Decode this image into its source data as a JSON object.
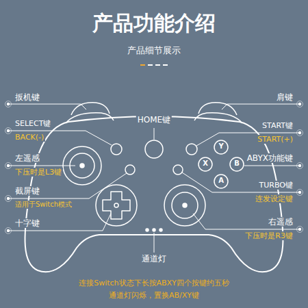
{
  "diagram": {
    "title": "产品功能介绍",
    "labels": [
      "产品细节展示",
      "扳机键",
      "SELECT键",
      "BACK(-)",
      "左遥感",
      "下压时是L3键",
      "截屏键",
      "适用于Switch模式",
      "十字键",
      "HOME键",
      "通道灯",
      "肩键",
      "START键",
      "START(+)",
      "ABYX功能键",
      "TURBO键",
      "连发设定键",
      "右遥感",
      "下压时是R3键",
      "Y",
      "X",
      "B",
      "A",
      "连接Switch状态下长按ABXY四个按键约五秒",
      "通道灯闪烁，置换AB/XY键"
    ]
  }
}
